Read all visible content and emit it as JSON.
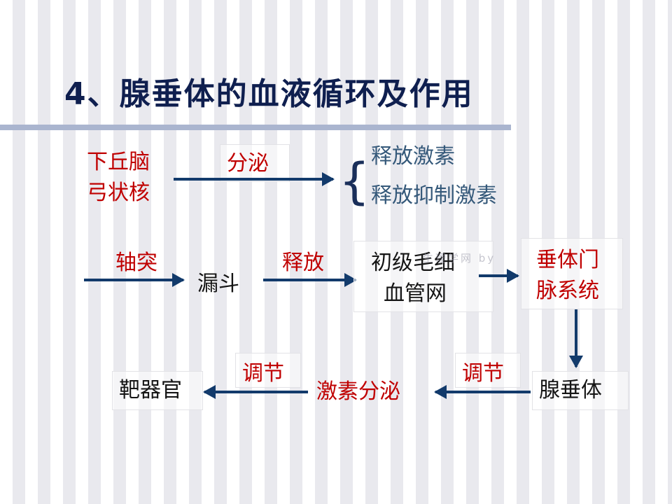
{
  "title": "4、腺垂体的血液循环及作用",
  "row1": {
    "hypothalamus_line1": "下丘脑",
    "hypothalamus_line2": "弓状核",
    "secrete_label": "分泌",
    "hormone1": "释放激素",
    "hormone2": "释放抑制激素"
  },
  "row2": {
    "axon_label": "轴突",
    "infundibulum": "漏斗",
    "release_label": "释放",
    "capillary_line1": "初级毛细",
    "capillary_line2": "血管网",
    "portal_line1": "垂体门",
    "portal_line2": "脉系统"
  },
  "row3": {
    "adenohypophysis": "腺垂体",
    "regulate_label_right": "调节",
    "hormone_secretion": "激素分泌",
    "regulate_label_left": "调节",
    "target_organ": "靶器官"
  },
  "watermark": "生理学网 by"
}
